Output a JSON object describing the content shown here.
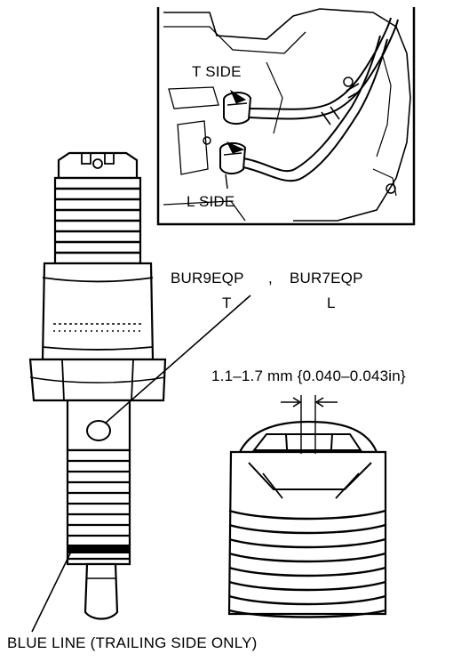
{
  "labels": {
    "t_side": "T SIDE",
    "l_side": "L SIDE",
    "plug_t": "BUR9EQP",
    "separator": ",",
    "plug_l": "BUR7EQP",
    "code_t": "T",
    "code_l": "L",
    "gap": "1.1–1.7 mm {0.040–0.043in}",
    "blue_line": "BLUE LINE (TRAILING SIDE ONLY)"
  }
}
